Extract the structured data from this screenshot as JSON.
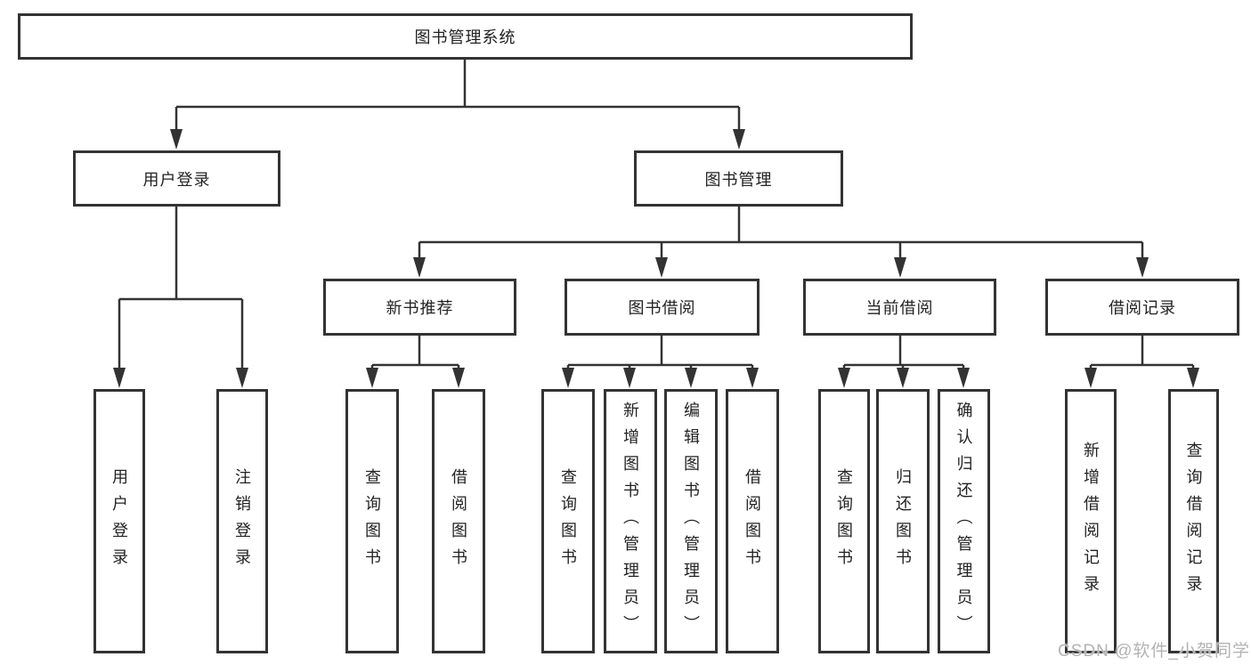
{
  "diagram": {
    "root": {
      "label": "图书管理系统"
    },
    "level2": [
      {
        "label": "用户登录"
      },
      {
        "label": "图书管理"
      }
    ],
    "level3": [
      {
        "label": "新书推荐"
      },
      {
        "label": "图书借阅"
      },
      {
        "label": "当前借阅"
      },
      {
        "label": "借阅记录"
      }
    ],
    "leaves": [
      {
        "label": "用户登录"
      },
      {
        "label": "注销登录"
      },
      {
        "label": "查询图书"
      },
      {
        "label": "借阅图书"
      },
      {
        "label": "查询图书"
      },
      {
        "label": "新增图书（管理员）"
      },
      {
        "label": "编辑图书（管理员）"
      },
      {
        "label": "借阅图书"
      },
      {
        "label": "查询图书"
      },
      {
        "label": "归还图书"
      },
      {
        "label": "确认归还（管理员）"
      },
      {
        "label": "新增借阅记录"
      },
      {
        "label": "查询借阅记录"
      }
    ],
    "watermark": "CSDN @软件_小贺同学",
    "colors": {
      "line": "#333333",
      "border": "#333333",
      "text": "#222222",
      "watermark": "#b3b3b3",
      "background": "#ffffff"
    }
  }
}
